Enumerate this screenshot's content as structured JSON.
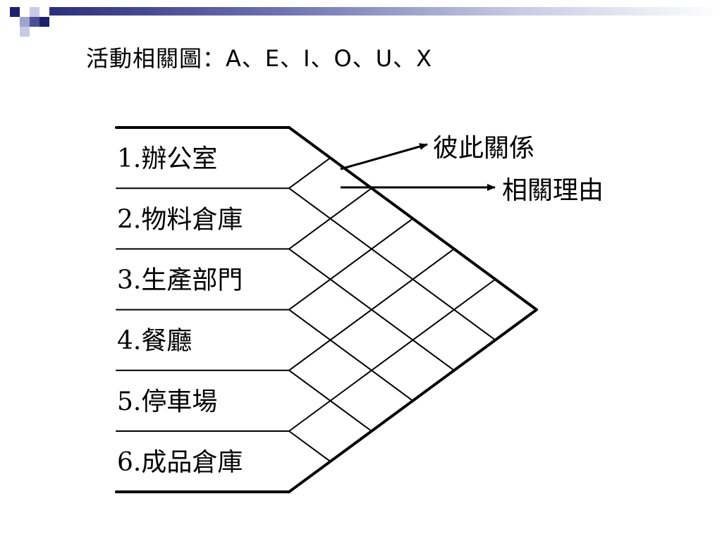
{
  "slide": {
    "title": "活動相關圖：A、E、I、O、U、X"
  },
  "diagram": {
    "departments": [
      "1.辦公室",
      "2.物料倉庫",
      "3.生產部門",
      "4.餐廳",
      "5.停車場",
      "6.成品倉庫"
    ],
    "callouts": {
      "mutual_relation": "彼此關係",
      "relation_reason": "相關理由"
    }
  },
  "colors": {
    "header_dark": "#2a2f7a",
    "header_mid": "#6e74b0",
    "header_light": "#c8cbe3",
    "line": "#000000"
  }
}
